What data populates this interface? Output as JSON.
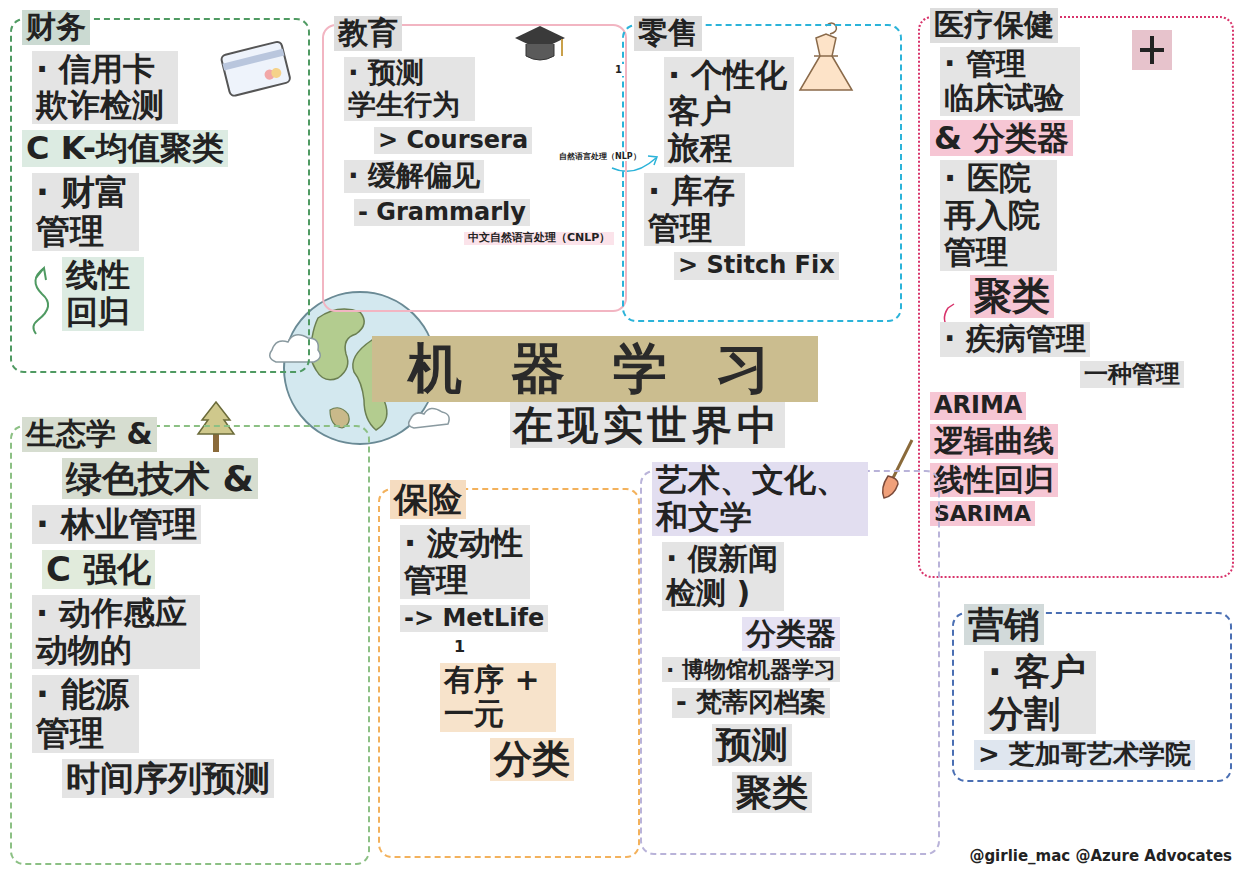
{
  "diagram": {
    "title": "机器学习",
    "nodes": [
      {
        "text": [
          "财务",
          "· 信用卡 欺诈检测",
          "C K-均值聚类",
          "· 财富 管理",
          "线性 回归"
        ]
      },
      {
        "text": [
          "教育",
          "· 预测 学生行为",
          "> Coursera",
          "· 缓解偏见",
          "- Grammarly",
          "中文自然语言处理（CNLP）"
        ]
      },
      {
        "text": [
          "零售",
          "· 个性化 客户 旅程",
          "· 库存 管理",
          "> Stitch Fix"
        ]
      },
      {
        "text": [
          "医疗保健",
          "· 管理 临床试验",
          "& 分类器",
          "· 医院 再入院 管理",
          "聚类",
          "· 疾病管理",
          "一种管理",
          "ARIMA",
          "逻辑曲线",
          "线性回归",
          "SARIMA"
        ]
      },
      {
        "text": [
          "生态学 &",
          "绿色技术 &",
          "· 林业管理",
          "C 强化",
          "· 动作感应 动物的",
          "· 能源 管理",
          "时间序列预测"
        ]
      },
      {
        "text": [
          "保险",
          "· 波动性 管理",
          "-> MetLife",
          "1",
          "有序 + 一元",
          "分类"
        ]
      },
      {
        "text": [
          "艺术、文化、 和文学",
          "· 假新闻 检测 )",
          "分类器",
          "· 博物馆机器学习",
          "- 梵蒂冈档案",
          "预测",
          "聚类"
        ]
      },
      {
        "text": [
          "营销",
          "· 客户 分割",
          "> 芝加哥艺术学院"
        ]
      }
    ],
    "labels": [
      "1",
      "自然语言处理（NLP）",
      "在现实世界中",
      "@girlie_mac @Azure Advocates"
    ]
  }
}
